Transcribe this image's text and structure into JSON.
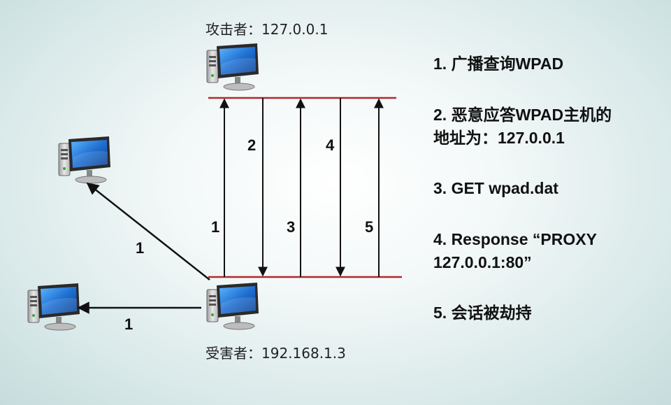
{
  "attacker_label": "攻击者：127.0.0.1",
  "victim_label": "受害者：192.168.1.3",
  "arrow_labels": {
    "broadcast_upper": "1",
    "broadcast_lower": "1",
    "a1": "1",
    "a2": "2",
    "a3": "3",
    "a4": "4",
    "a5": "5"
  },
  "steps": [
    "1. 广播查询WPAD",
    "2. 恶意应答WPAD主机的\n地址为：127.0.0.1",
    "3. GET wpad.dat",
    "4. Response “PROXY\n127.0.0.1:80”",
    "5. 会话被劫持"
  ],
  "colors": {
    "line_red": "#b3282d",
    "arrow": "#111111",
    "screen_blue": "#1f6fd1"
  }
}
